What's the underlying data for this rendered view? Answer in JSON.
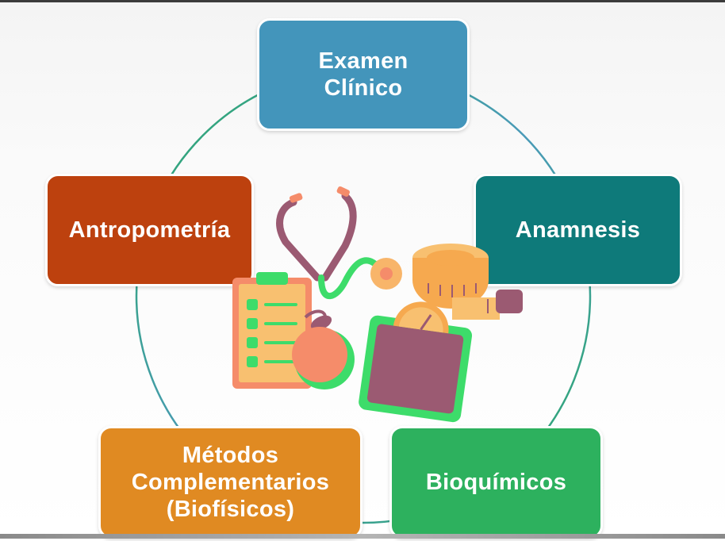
{
  "diagram": {
    "type": "cycle",
    "nodes": [
      {
        "id": "examen",
        "label": "Examen\nClínico",
        "color": "#4395bb"
      },
      {
        "id": "anamnesis",
        "label": "Anamnesis",
        "color": "#0e7a7a"
      },
      {
        "id": "bioquimicos",
        "label": "Bioquímicos",
        "color": "#2db15e"
      },
      {
        "id": "metodos",
        "label": "Métodos\nComplementarios\n(Biofísicos)",
        "color": "#e08a22"
      },
      {
        "id": "antropometria",
        "label": "Antropometría",
        "color": "#bd410e"
      }
    ],
    "cycle_colors": [
      "#27a56a",
      "#4395bb"
    ],
    "icons": [
      "stethoscope-icon",
      "measuring-tape-icon",
      "clipboard-checklist-icon",
      "apple-icon",
      "weighing-scale-icon"
    ]
  }
}
